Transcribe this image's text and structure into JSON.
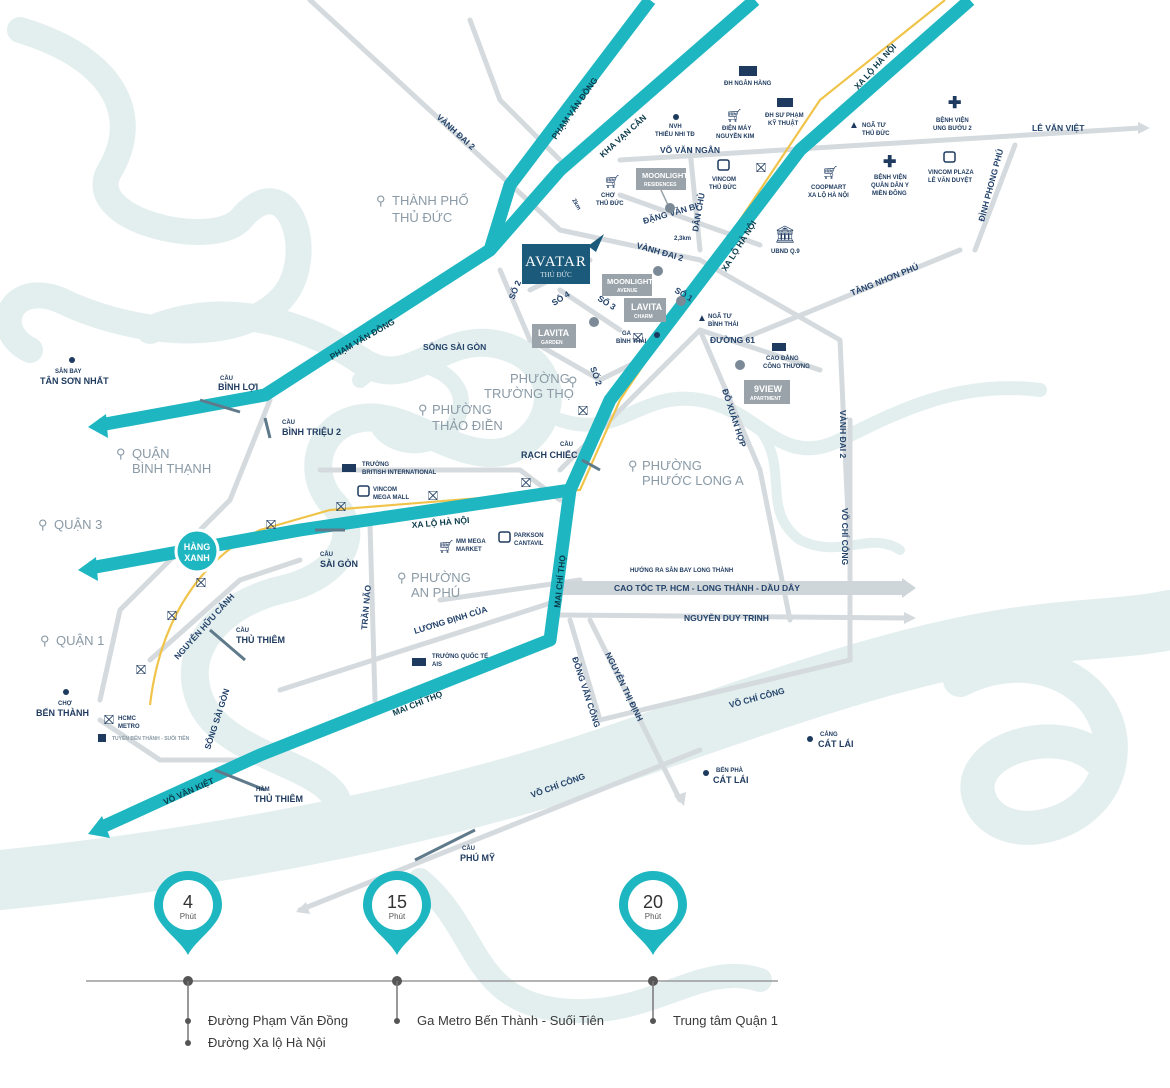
{
  "colors": {
    "highway": "#1eb6c1",
    "road": "#d4dadd",
    "river": "#e3efee",
    "metro": "#f0c44a",
    "text": "#1e3a5f",
    "project": "#9aa3aa",
    "brand": "#1b5a7a"
  },
  "project": {
    "name": "AVATAR",
    "sub": "THỦ ĐỨC"
  },
  "areas": {
    "thu_duc_1": "THÀNH PHỐ",
    "thu_duc_2": "THỦ ĐỨC",
    "truong_tho_1": "PHƯỜNG",
    "truong_tho_2": "TRƯỜNG THỌ",
    "thao_dien_1": "PHƯỜNG",
    "thao_dien_2": "THẢO ĐIỀN",
    "binh_thanh_1": "QUẬN",
    "binh_thanh_2": "BÌNH THẠNH",
    "phuoc_long_1": "PHƯỜNG",
    "phuoc_long_2": "PHƯỚC LONG A",
    "an_phu_1": "PHƯỜNG",
    "an_phu_2": "AN PHÚ",
    "quan3": "QUẬN 3",
    "quan1": "QUẬN 1"
  },
  "roads": {
    "pham_van_dong_n": "PHẠM VĂN ĐỒNG",
    "pham_van_dong_s": "PHẠM VĂN ĐỒNG",
    "kha_van_can": "KHA VẠN CÂN",
    "vanh_dai_2_nw": "VÀNH ĐAI 2",
    "xa_lo_ha_noi_n": "XA LỘ HÀ NỘI",
    "xa_lo_ha_noi_m": "XA LỘ HÀ NỘI",
    "xa_lo_ha_noi_s": "XA LỘ HÀ NỘI",
    "le_van_viet": "LÊ VĂN VIỆT",
    "vo_van_ngan": "VÕ VĂN NGÂN",
    "dang_van_bi": "ĐẶNG VĂN BI",
    "dan_chu": "DÂN CHỦ",
    "vanh_dai_2": "VÀNH ĐAI 2",
    "distance_2km": "2km",
    "distance_23km": "2,3km",
    "so2_a": "SỐ 2",
    "so2_b": "SỐ 2",
    "so4": "SỐ 4",
    "so3": "SỐ 3",
    "so1": "SỐ 1",
    "dinh_phong_phu": "ĐÌNH PHONG PHÚ",
    "tang_nhon_phu": "TĂNG NHƠN PHÚ",
    "duong_61": "ĐƯỜNG 61",
    "do_xuan_hop": "ĐỖ XUÂN HỢP",
    "vanh_dai_2_e": "VÀNH ĐAI 2",
    "vo_chi_cong_e": "VÕ CHÍ CÔNG",
    "song_sai_gon_n": "SÔNG SÀI GÒN",
    "song_sai_gon_s": "SÔNG SÀI GÒN",
    "huong_ra_san_bay": "HƯỚNG RA SÂN BAY LONG THÀNH",
    "cao_toc": "CAO TỐC TP. HCM - LONG THÀNH - DẦU DÂY",
    "nguyen_duy_trinh": "NGUYỄN DUY TRINH",
    "mai_chi_tho_v": "MAI CHÍ THỌ",
    "mai_chi_tho_d": "MAI CHÍ THỌ",
    "tran_nao": "TRẦN NÃO",
    "luong_dinh_cua": "LƯƠNG ĐỊNH CỦA",
    "nguyen_huu_canh": "NGUYỄN HỮU CẢNH",
    "dong_van_cong": "ĐỒNG VĂN CỐNG",
    "nguyen_thi_dinh": "NGUYỄN THỊ ĐỊNH",
    "vo_chi_cong_m": "VÕ CHÍ CÔNG",
    "vo_chi_cong_s": "VÕ CHÍ CÔNG",
    "vo_van_kiet": "VÕ VĂN KIỆT",
    "hang_xanh_1": "HÀNG",
    "hang_xanh_2": "XANH"
  },
  "bridges": {
    "cau": "CẦU",
    "binh_loi": "BÌNH LỢI",
    "binh_trieu": "BÌNH TRIỆU 2",
    "rach_chiec": "RẠCH CHIẾC",
    "sai_gon": "SÀI GÒN",
    "thu_thiem": "THỦ THIÊM",
    "ham": "HẦM",
    "ham_thu_thiem": "THỦ THIÊM",
    "phu_my": "PHÚ MỸ"
  },
  "poi": {
    "dh_ngan_hang": "ĐH NGÂN HÀNG",
    "nvh_1": "NVH",
    "nvh_2": "THIẾU NHI TĐ",
    "dien_may_1": "ĐIỆN MÁY",
    "dien_may_2": "NGUYỄN KIM",
    "dh_spkt_1": "ĐH SƯ PHẠM",
    "dh_spkt_2": "KỸ THUẬT",
    "nga_tu_td_1": "NGÃ TƯ",
    "nga_tu_td_2": "THỦ ĐỨC",
    "bv_ub_1": "BỆNH VIỆN",
    "bv_ub_2": "UNG BƯỚU 2",
    "cho_td_1": "CHỢ",
    "cho_td_2": "THỦ ĐỨC",
    "vincom_td_1": "VINCOM",
    "vincom_td_2": "THỦ ĐỨC",
    "coopmart_1": "COOPMART",
    "coopmart_2": "XA LỘ HÀ NỘI",
    "bv_qd_1": "BỆNH VIỆN",
    "bv_qd_2": "QUÂN DÂN Y",
    "bv_qd_3": "MIỀN ĐÔNG",
    "vincom_lvv_1": "VINCOM PLAZA",
    "vincom_lvv_2": "LÊ VĂN DUYỆT",
    "ubnd": "UBND Q.9",
    "nga_tu_bt_1": "NGÃ TƯ",
    "nga_tu_bt_2": "BÌNH THÁI",
    "ga_bt_1": "GA",
    "ga_bt_2": "BÌNH THÁI",
    "cd_ct_1": "CAO ĐẲNG",
    "cd_ct_2": "CÔNG THƯƠNG",
    "san_bay_1": "SÂN BAY",
    "san_bay_2": "TÂN SƠN NHẤT",
    "british_1": "TRƯỜNG",
    "british_2": "BRITISH INTERNATIONAL",
    "vincom_mm_1": "VINCOM",
    "vincom_mm_2": "MEGA MALL",
    "mm_mega_1": "MM MEGA",
    "mm_mega_2": "MARKET",
    "parkson_1": "PARKSON",
    "parkson_2": "CANTAVIL",
    "ais_1": "TRƯỜNG QUỐC TẾ",
    "ais_2": "AIS",
    "cho_bt_1": "CHỢ",
    "cho_bt_2": "BẾN THÀNH",
    "metro_1": "HCMC",
    "metro_2": "METRO",
    "metro_line": "TUYẾN BẾN THÀNH - SUỐI TIÊN",
    "cang_cl_1": "CẢNG",
    "cang_cl_2": "CÁT LÁI",
    "ben_pha_1": "BẾN PHÀ",
    "ben_pha_2": "CÁT LÁI"
  },
  "projects": {
    "moonlight_res_1": "MOONLIGHT",
    "moonlight_res_2": "RESIDENCES",
    "moonlight_av_1": "MOONLIGHT",
    "moonlight_av_2": "AVENUE",
    "lavita_charm_1": "LAVITA",
    "lavita_charm_2": "CHARM",
    "lavita_garden_1": "LAVITA",
    "lavita_garden_2": "GARDEN",
    "9view_1": "9VIEW",
    "9view_2": "APARTMENT"
  },
  "timeline": {
    "unit": "Phút",
    "pins": [
      {
        "minutes": "4",
        "items": [
          "Đường Phạm Văn Đồng",
          "Đường Xa lộ Hà Nội"
        ]
      },
      {
        "minutes": "15",
        "items": [
          "Ga Metro Bến Thành - Suối Tiên"
        ]
      },
      {
        "minutes": "20",
        "items": [
          "Trung tâm Quận 1"
        ]
      }
    ]
  }
}
